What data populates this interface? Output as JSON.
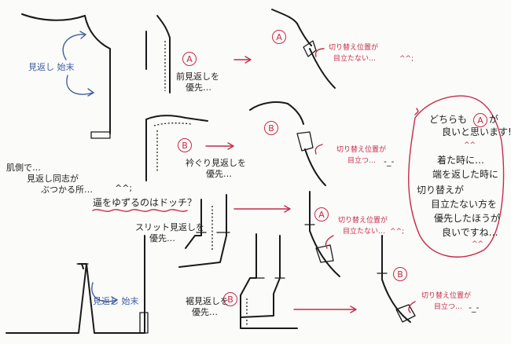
{
  "labels": {
    "mikaeshi_sue_top": "見返し 始末",
    "hada_line1": "肌側で…",
    "hada_line2": "見返し同志が",
    "hada_line3": "ぶつかる所…",
    "hada_emoji": "^^;",
    "dochira_question": "逼をゆずるのはドッチ？",
    "mae_line1": "前見返しを",
    "mae_line2": "優先…",
    "eri_line1": "衿ぐり見返しを",
    "eri_line2": "優先…",
    "slit_line1": "スリット見返しを",
    "slit_line2": "優先…",
    "suso_line1": "裾見返しを",
    "suso_line2": "優先…",
    "mikaeshi_sue_bottom": "見返し 始末",
    "kirikae_a1_line1": "切り替え位置が",
    "kirikae_a1_line2": "目立たない…",
    "kirikae_a1_emoji": "^^;",
    "kirikae_b1_line1": "切り替え位置が",
    "kirikae_b1_line2": "目立つ…",
    "kirikae_b1_emoji": "-_-",
    "kirikae_a2_line1": "切り替え位置が",
    "kirikae_a2_line2": "目立たない…",
    "kirikae_a2_emoji": "^^;",
    "kirikae_b2_line1": "切り替え位置が",
    "kirikae_b2_line2": "目立つ…",
    "kirikae_b2_emoji": "-_-",
    "bubble_line1": "どちらも",
    "bubble_circle": "A",
    "bubble_line1b": "が",
    "bubble_line2": "良いと思います!!",
    "bubble_line3": "着た時に…",
    "bubble_line4": "端を返した時に",
    "bubble_line5": "切り替えが",
    "bubble_line6": "目立たない方を",
    "bubble_line7": "優先したほうが",
    "bubble_line8": "良いですね…",
    "bubble_emoji_top": "^^",
    "bubble_emoji_bottom": "^^"
  },
  "circles": {
    "a_top_mid": "A",
    "a_top_right": "A",
    "b_mid_left": "B",
    "b_mid_right": "B",
    "a_lower_right": "A",
    "b_bottom_left": "B",
    "b_bottom_right": "B"
  },
  "colors": {
    "ink": "#1a1a1a",
    "blue": "#3f5f9e",
    "red": "#c62b4a",
    "paper": "#fbfbf9"
  }
}
